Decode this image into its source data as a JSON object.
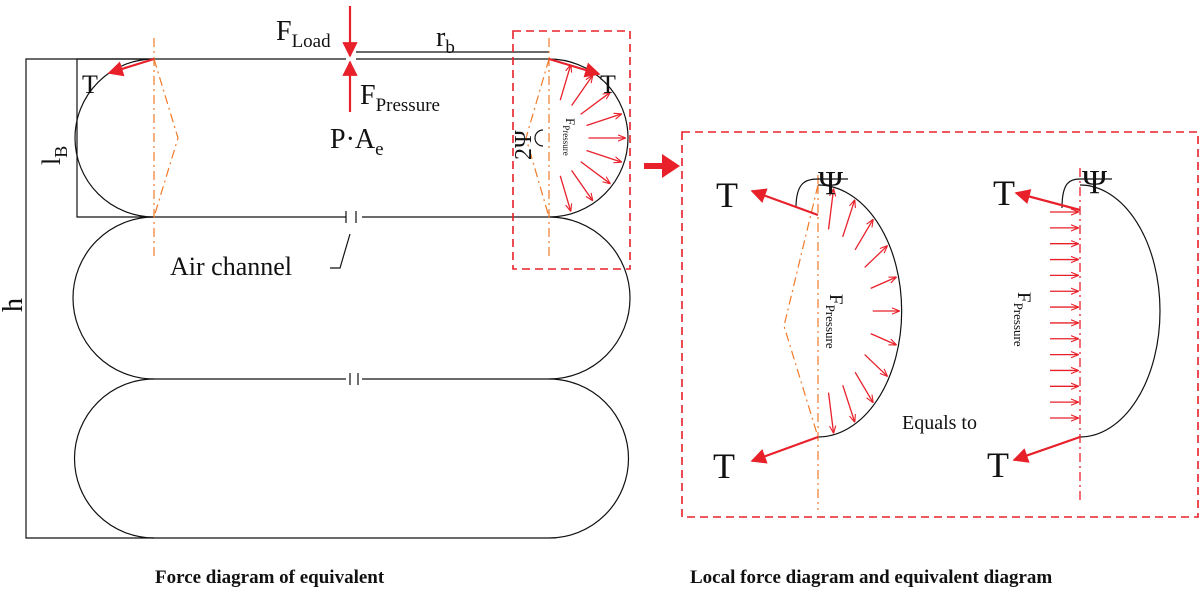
{
  "labels": {
    "f_load": "F",
    "f_load_sub": "Load",
    "r_b": "r",
    "r_b_sub": "b",
    "f_pressure": "F",
    "f_pressure_sub": "Pressure",
    "p_ae": "P·A",
    "p_ae_sub": "e",
    "l_b": "l",
    "l_b_sub": "B",
    "h": "h",
    "two_psi": "2Ψ",
    "air_channel": "Air channel",
    "tension": "T",
    "psi": "Ψ",
    "equals_to": "Equals to",
    "small_f_pressure": "F",
    "small_f_pressure_sub": "Pressure"
  },
  "captions": {
    "left": "Force diagram of equivalent",
    "right": "Local force diagram and equivalent diagram"
  },
  "colors": {
    "line": "#111111",
    "force_arrow": "#e8202a",
    "dashed_axis": "#f07a2a",
    "highlight_box": "#e8202a"
  }
}
